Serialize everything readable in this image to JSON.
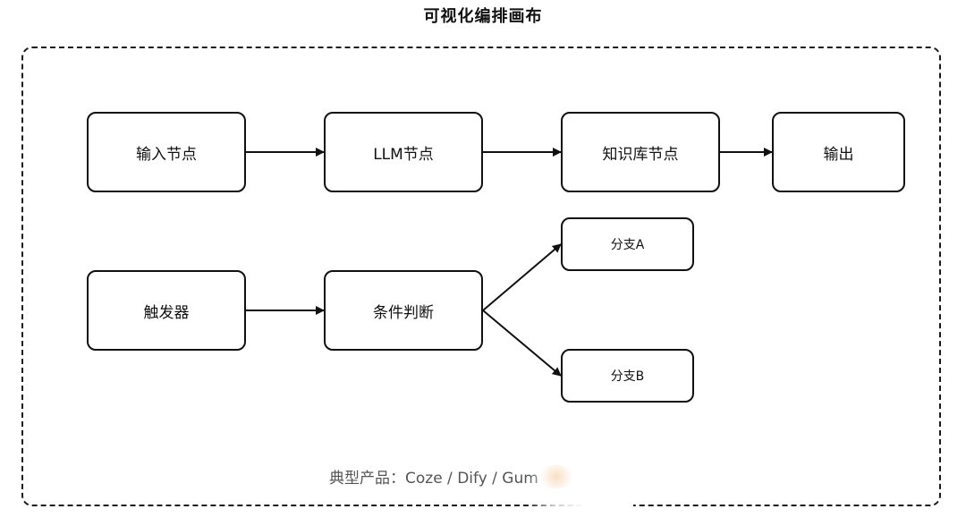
{
  "title": "可视化编排画布",
  "nodes": {
    "input": "输入节点",
    "llm": "LLM节点",
    "knowledge": "知识库节点",
    "output": "输出",
    "trigger": "触发器",
    "condition": "条件判断",
    "branch_a": "分支A",
    "branch_b": "分支B"
  },
  "footer_note": "典型产品：Coze / Dify / Gum",
  "edges": [
    {
      "from": "input",
      "to": "llm"
    },
    {
      "from": "llm",
      "to": "knowledge"
    },
    {
      "from": "knowledge",
      "to": "output"
    },
    {
      "from": "trigger",
      "to": "condition"
    },
    {
      "from": "condition",
      "to": "branch_a"
    },
    {
      "from": "condition",
      "to": "branch_b"
    }
  ]
}
